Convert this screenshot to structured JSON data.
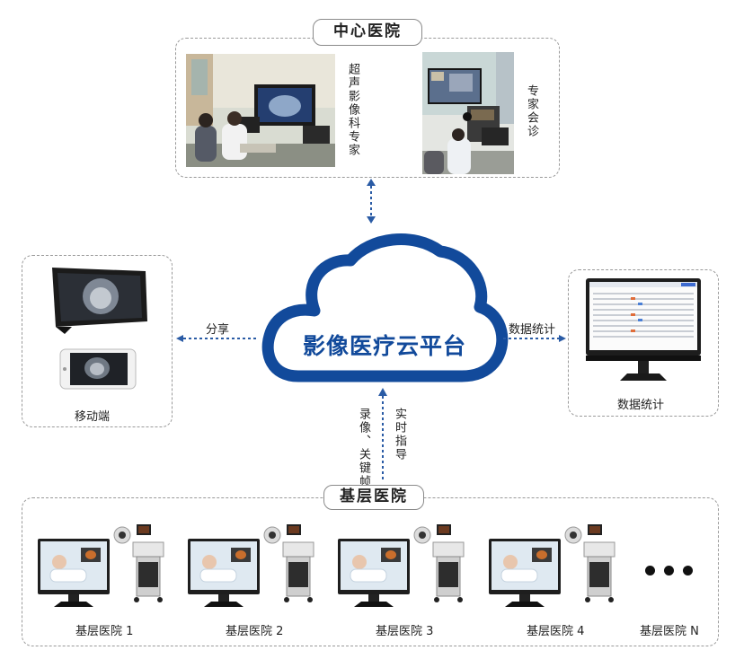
{
  "central": {
    "title": "中心医院",
    "photo1_caption": "超声影像科专家",
    "photo2_caption": "专家会诊"
  },
  "cloud": {
    "title": "影像医疗云平台"
  },
  "mobile": {
    "caption": "移动端",
    "link_label": "分享"
  },
  "stats": {
    "caption": "数据统计",
    "link_label": "数据统计"
  },
  "upload": {
    "label_left": "录像、关键帧",
    "label_right": "实时指导"
  },
  "base": {
    "title": "基层医院",
    "hospitals": [
      {
        "label": "基层医院 1"
      },
      {
        "label": "基层医院 2"
      },
      {
        "label": "基层医院 3"
      },
      {
        "label": "基层医院 4"
      }
    ],
    "last_label": "基层医院 N"
  },
  "colors": {
    "cloud": "#124a9b",
    "arrow": "#2a5ba5",
    "border": "#9a9a9a"
  }
}
